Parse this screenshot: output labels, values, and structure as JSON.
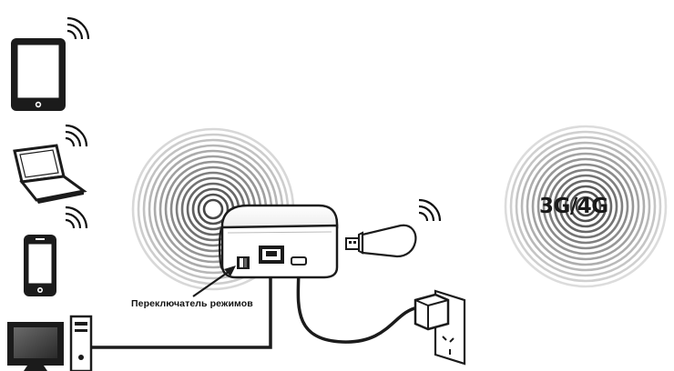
{
  "labels": {
    "mode_switch": "Переключатель режимов",
    "network": "3G/4G"
  },
  "icons": [
    "tablet-icon",
    "laptop-icon",
    "smartphone-icon",
    "desktop-computer-icon",
    "wifi-signal-icon",
    "router-device",
    "usb-modem-icon",
    "power-adapter-icon",
    "wall-socket-icon",
    "signal-rings-icon"
  ],
  "colors": {
    "ink": "#111111",
    "ring": "#8a8a8a"
  }
}
